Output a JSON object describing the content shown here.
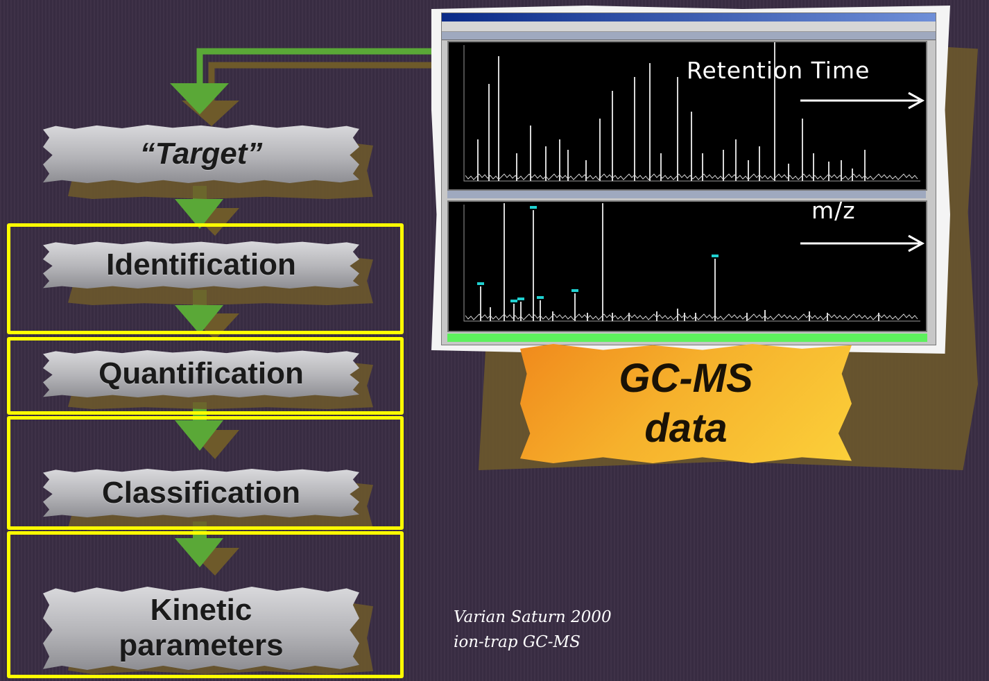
{
  "flow_steps": [
    {
      "id": "target",
      "label": "“Target”"
    },
    {
      "id": "identification",
      "label": "Identification"
    },
    {
      "id": "quantification",
      "label": "Quantification"
    },
    {
      "id": "classification",
      "label": "Classification"
    },
    {
      "id": "kinetic",
      "label_line1": "Kinetic",
      "label_line2": "parameters"
    }
  ],
  "screenshot": {
    "axis_top": "Retention Time",
    "axis_bottom": "m/z"
  },
  "gcms_card": {
    "line1": "GC-MS",
    "line2": "data"
  },
  "instrument_note": {
    "line1": "Varian Saturn 2000",
    "line2": "ion-trap GC-MS"
  },
  "colors": {
    "background": "#3a2d44",
    "highlight": "#ffff00",
    "arrow_green": "#5aa837",
    "arrow_shadow": "#6e5a2a",
    "card_orange": "#f6b12c",
    "trace": "#d8d8d8",
    "progress_green": "#5df05d"
  }
}
